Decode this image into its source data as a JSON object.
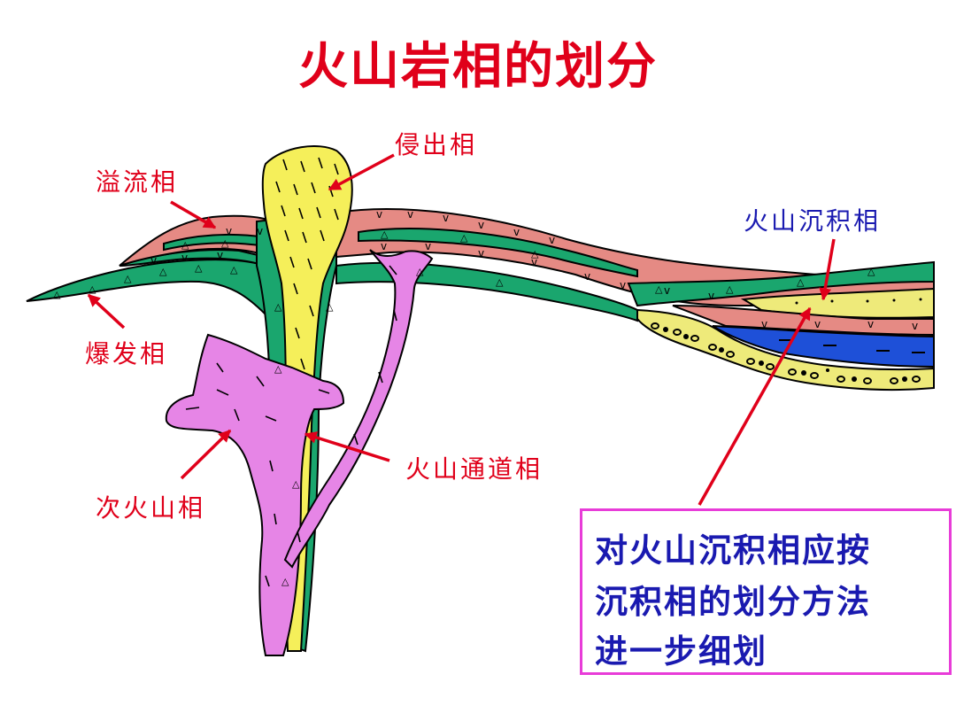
{
  "title": "火山岩相的划分",
  "labels": {
    "intrusive_extrusive": "侵出相",
    "effusive": "溢流相",
    "explosive": "爆发相",
    "subvolcanic": "次火山相",
    "conduit": "火山通道相",
    "sedimentary": "火山沉积相"
  },
  "note": {
    "line1": "对火山沉积相应按",
    "line2": "沉积相的划分方法",
    "line3": "进一步细划"
  },
  "colors": {
    "title": "#e0001a",
    "label_red": "#e0001a",
    "label_blue": "#1a1ab0",
    "note_text": "#1a1ab0",
    "note_border": "#e83cd8",
    "explosive_green": "#1aa66e",
    "effusive_pink": "#e58a84",
    "conduit_yellow": "#f5ef5a",
    "subvolcanic_violet": "#e685e6",
    "sediment_blue": "#1e50d8",
    "sediment_yellow": "#eeea7a"
  }
}
